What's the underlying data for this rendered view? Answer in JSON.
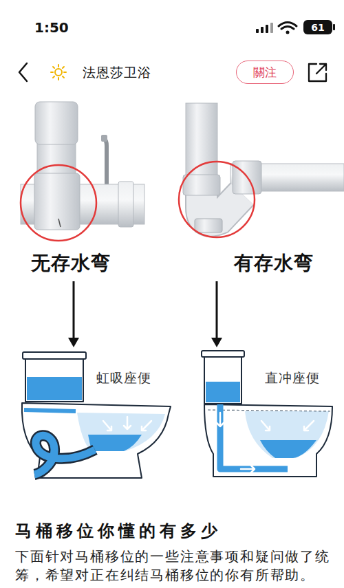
{
  "diagram": {
    "nodes": [
      {
        "text": [
          "61"
        ]
      },
      {
        "text": [
          "關注"
        ]
      },
      {
        "text": [
          "无存水弯"
        ]
      },
      {
        "text": [
          "有存水弯"
        ]
      },
      {
        "text": [
          "虹吸座便"
        ]
      },
      {
        "text": [
          "直冲座便"
        ]
      }
    ],
    "edges": [
      {
        "from": 2,
        "to": 4,
        "arrow": "to"
      },
      {
        "from": 3,
        "to": 5,
        "arrow": "to"
      }
    ],
    "labels": [
      "1:50",
      "法恩莎卫浴",
      "马桶移位你懂的有多少",
      "下面针对马桶移位的一些注意事项和疑问做了统筹，希望对正在纠结马桶移位的你有所帮助。"
    ]
  }
}
